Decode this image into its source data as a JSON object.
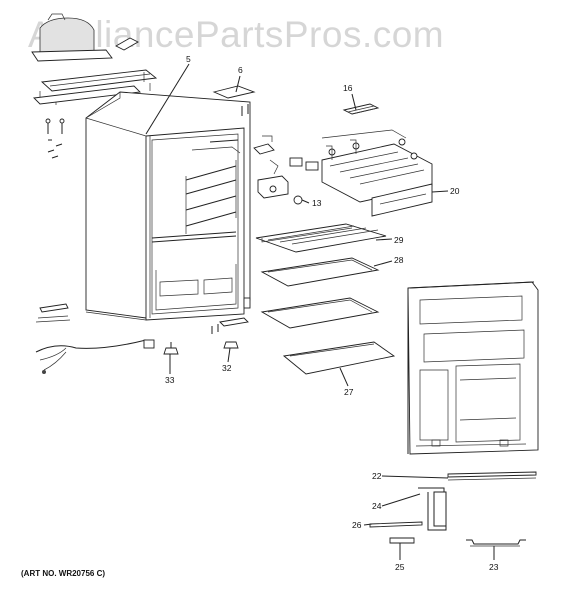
{
  "watermark": {
    "text": "AppliancePartsPros.com"
  },
  "art_number": "(ART NO. WR20756 C)",
  "callouts": [
    "5",
    "6",
    "16",
    "13",
    "20",
    "29",
    "28",
    "33",
    "32",
    "27",
    "22",
    "24",
    "26",
    "25",
    "23"
  ],
  "colors": {
    "line": "#222222",
    "watermark": "#d6d6d6",
    "background": "#ffffff"
  }
}
